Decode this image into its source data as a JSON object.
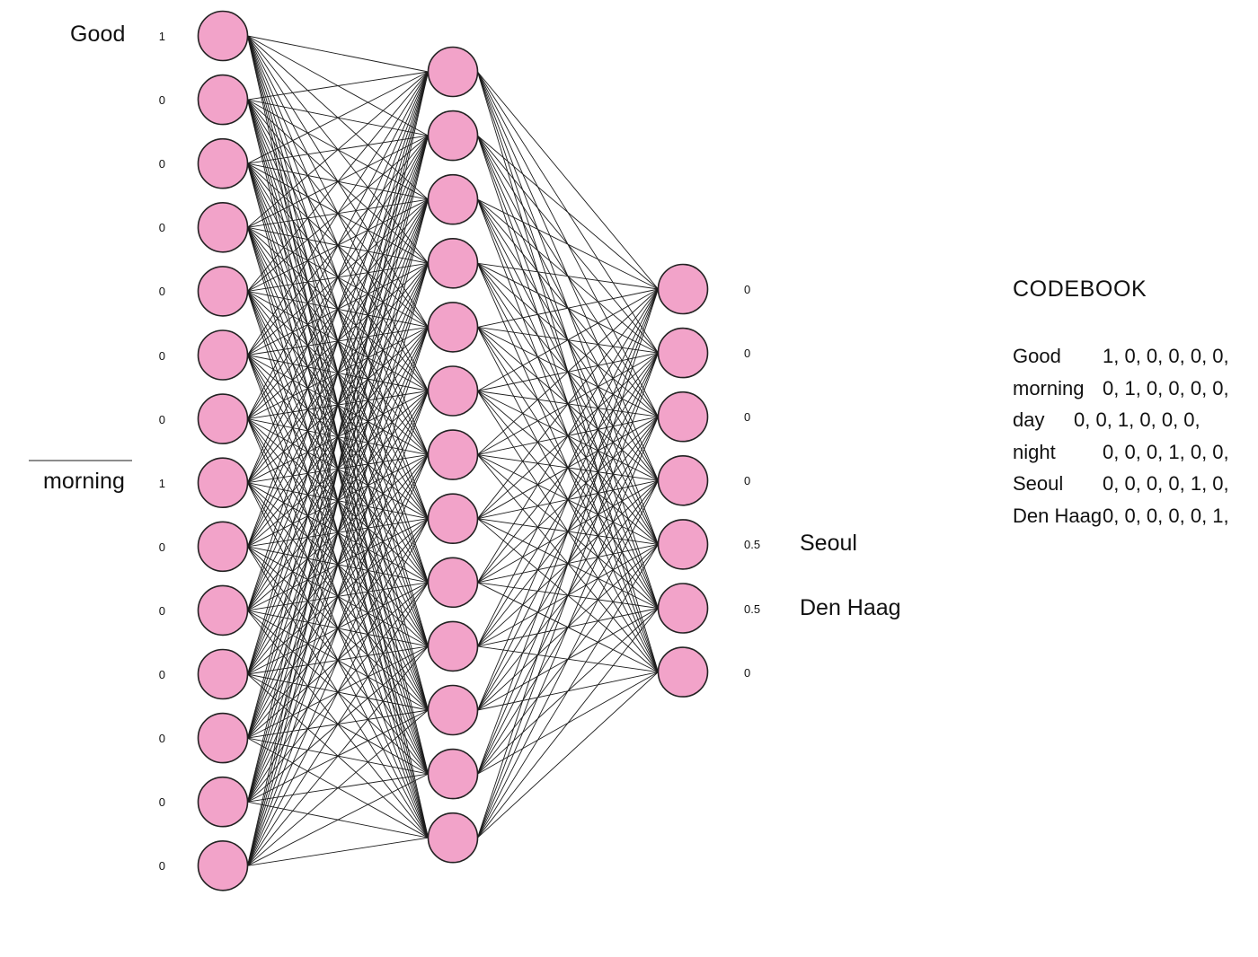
{
  "diagram": {
    "type": "neural-network",
    "title": "Encoder-decoder one-hot sentence network",
    "node_fill_color": "#F2A3C9",
    "node_stroke_color": "#222222",
    "edge_color": "#1C1C1C",
    "background_color": "#FFFFFF"
  },
  "input_layer": {
    "name": "input-layer",
    "node_count": 14,
    "values": [
      "1",
      "0",
      "0",
      "0",
      "0",
      "0",
      "0",
      "1",
      "0",
      "0",
      "0",
      "0",
      "0",
      "0"
    ],
    "groups": [
      {
        "label": "Good",
        "word_index": 0
      },
      {
        "label": "morning",
        "word_index": 7
      }
    ]
  },
  "hidden_layer": {
    "name": "hidden-layer",
    "node_count": 13
  },
  "output_layer": {
    "name": "output-layer",
    "node_count": 7,
    "values": [
      "0",
      "0",
      "0",
      "0",
      "0.5",
      "0.5",
      "0"
    ],
    "labels": [
      "",
      "",
      "",
      "",
      "Seoul",
      "Den Haag",
      ""
    ]
  },
  "codebook": {
    "title": "CODEBOOK",
    "rows": [
      {
        "word": "Good",
        "codes": "1, 0, 0, 0, 0, 0,"
      },
      {
        "word": "morning",
        "codes": "0, 1, 0, 0, 0, 0,"
      },
      {
        "word": "day",
        "codes": "0, 0, 1, 0, 0, 0,"
      },
      {
        "word": "night",
        "codes": "0, 0, 0, 1, 0, 0,"
      },
      {
        "word": "Seoul",
        "codes": "0, 0, 0, 0, 1, 0,"
      },
      {
        "word": "Den Haag",
        "codes": "0, 0, 0, 0, 0, 1,"
      }
    ]
  }
}
